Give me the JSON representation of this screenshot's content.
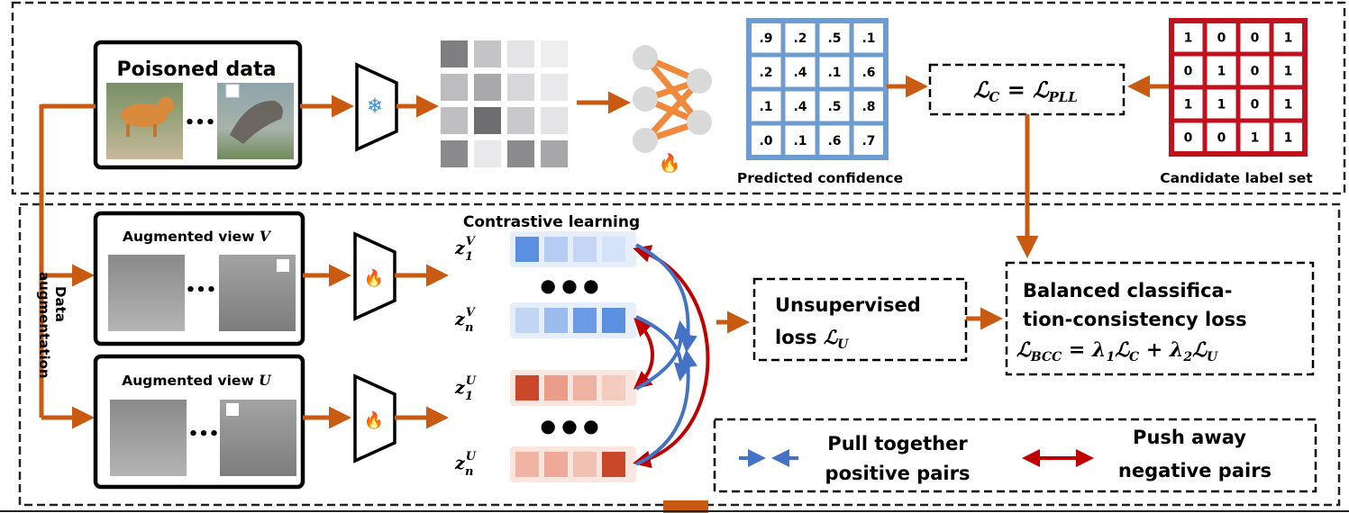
{
  "top": {
    "poisoned_title": "Poisoned data",
    "ellipsis": "•••",
    "predicted_label": "Predicted confidence",
    "candidate_label": "Candidate label set",
    "loss_c_main": "ℒ",
    "loss_c_sub": "C",
    "loss_c_eq": " = ℒ",
    "loss_c_sub2": "PLL",
    "confidence_matrix": [
      [
        ".9",
        ".2",
        ".5",
        ".1"
      ],
      [
        ".2",
        ".4",
        ".1",
        ".6"
      ],
      [
        ".1",
        ".4",
        ".5",
        ".8"
      ],
      [
        ".0",
        ".1",
        ".6",
        ".7"
      ]
    ],
    "candidate_matrix": [
      [
        "1",
        "0",
        "0",
        "1"
      ],
      [
        "0",
        "1",
        "0",
        "1"
      ],
      [
        "1",
        "1",
        "0",
        "1"
      ],
      [
        "0",
        "0",
        "1",
        "1"
      ]
    ],
    "feature_grays": [
      [
        "#7f7f82",
        "#c4c4c6",
        "#e4e4e6",
        "#eeeeef"
      ],
      [
        "#bdbdbf",
        "#a9a9ab",
        "#d7d7d9",
        "#e9e9eb"
      ],
      [
        "#bfbfc1",
        "#6e6e71",
        "#c9c9cb",
        "#e4e4e6"
      ],
      [
        "#8a8a8d",
        "#e9e9eb",
        "#8b8b8e",
        "#a7a7a9"
      ]
    ]
  },
  "bottom": {
    "view_v_title": "Augmented view ",
    "view_v_var": "V",
    "view_u_title": "Augmented view ",
    "view_u_var": "U",
    "data_aug_1": "Data",
    "data_aug_2": "augmentation",
    "contrastive_title": "Contrastive learning",
    "z_labels": [
      {
        "base": "z",
        "sup": "V",
        "sub": "1"
      },
      {
        "base": "z",
        "sup": "V",
        "sub": "n"
      },
      {
        "base": "z",
        "sup": "U",
        "sub": "1"
      },
      {
        "base": "z",
        "sup": "U",
        "sub": "n"
      }
    ],
    "dots": "● ● ●",
    "unsup_line1": "Unsupervised",
    "unsup_line2": "loss ",
    "unsup_math": "ℒ",
    "unsup_sub": "U",
    "bcc_line1": "Balanced classifica-",
    "bcc_line2": "tion-consistency loss",
    "bcc_formula_a": "ℒ",
    "bcc_formula_sub": "BCC",
    "bcc_formula_b": " = λ",
    "bcc_formula_b_sub": "1",
    "bcc_formula_c": "ℒ",
    "bcc_formula_c_sub": "C",
    "bcc_formula_d": " + λ",
    "bcc_formula_d_sub": "2",
    "bcc_formula_e": "ℒ",
    "bcc_formula_e_sub": "U",
    "legend_pull_1": "Pull together",
    "legend_pull_2": "positive pairs",
    "legend_push_1": "Push away",
    "legend_push_2": "negative pairs",
    "vec_colors": {
      "v1": [
        "#5b8fe0",
        "#b6ccf2",
        "#c5d6f4",
        "#d6e2f7"
      ],
      "vn": [
        "#c3d5f4",
        "#9dbcee",
        "#6c9ae4",
        "#5b8fe0"
      ],
      "u1": [
        "#c9482a",
        "#eb9d89",
        "#efb3a3",
        "#f4cbbf"
      ],
      "un": [
        "#f0b4a5",
        "#eea998",
        "#f2c1b4",
        "#c9482a"
      ]
    }
  },
  "colors": {
    "orange": "#c85a12",
    "blue_grid": "#6f9cd0",
    "red_grid": "#c0121e",
    "pull_blue": "#4472c4",
    "push_red": "#c00000",
    "flame": "#f07a2c",
    "snow": "#2f8fe0",
    "net_orange": "#f0893b",
    "net_node": "#d9d9d9"
  },
  "icons": [
    "snowflake-icon",
    "flame-icon",
    "encoder-icon",
    "network-icon"
  ]
}
